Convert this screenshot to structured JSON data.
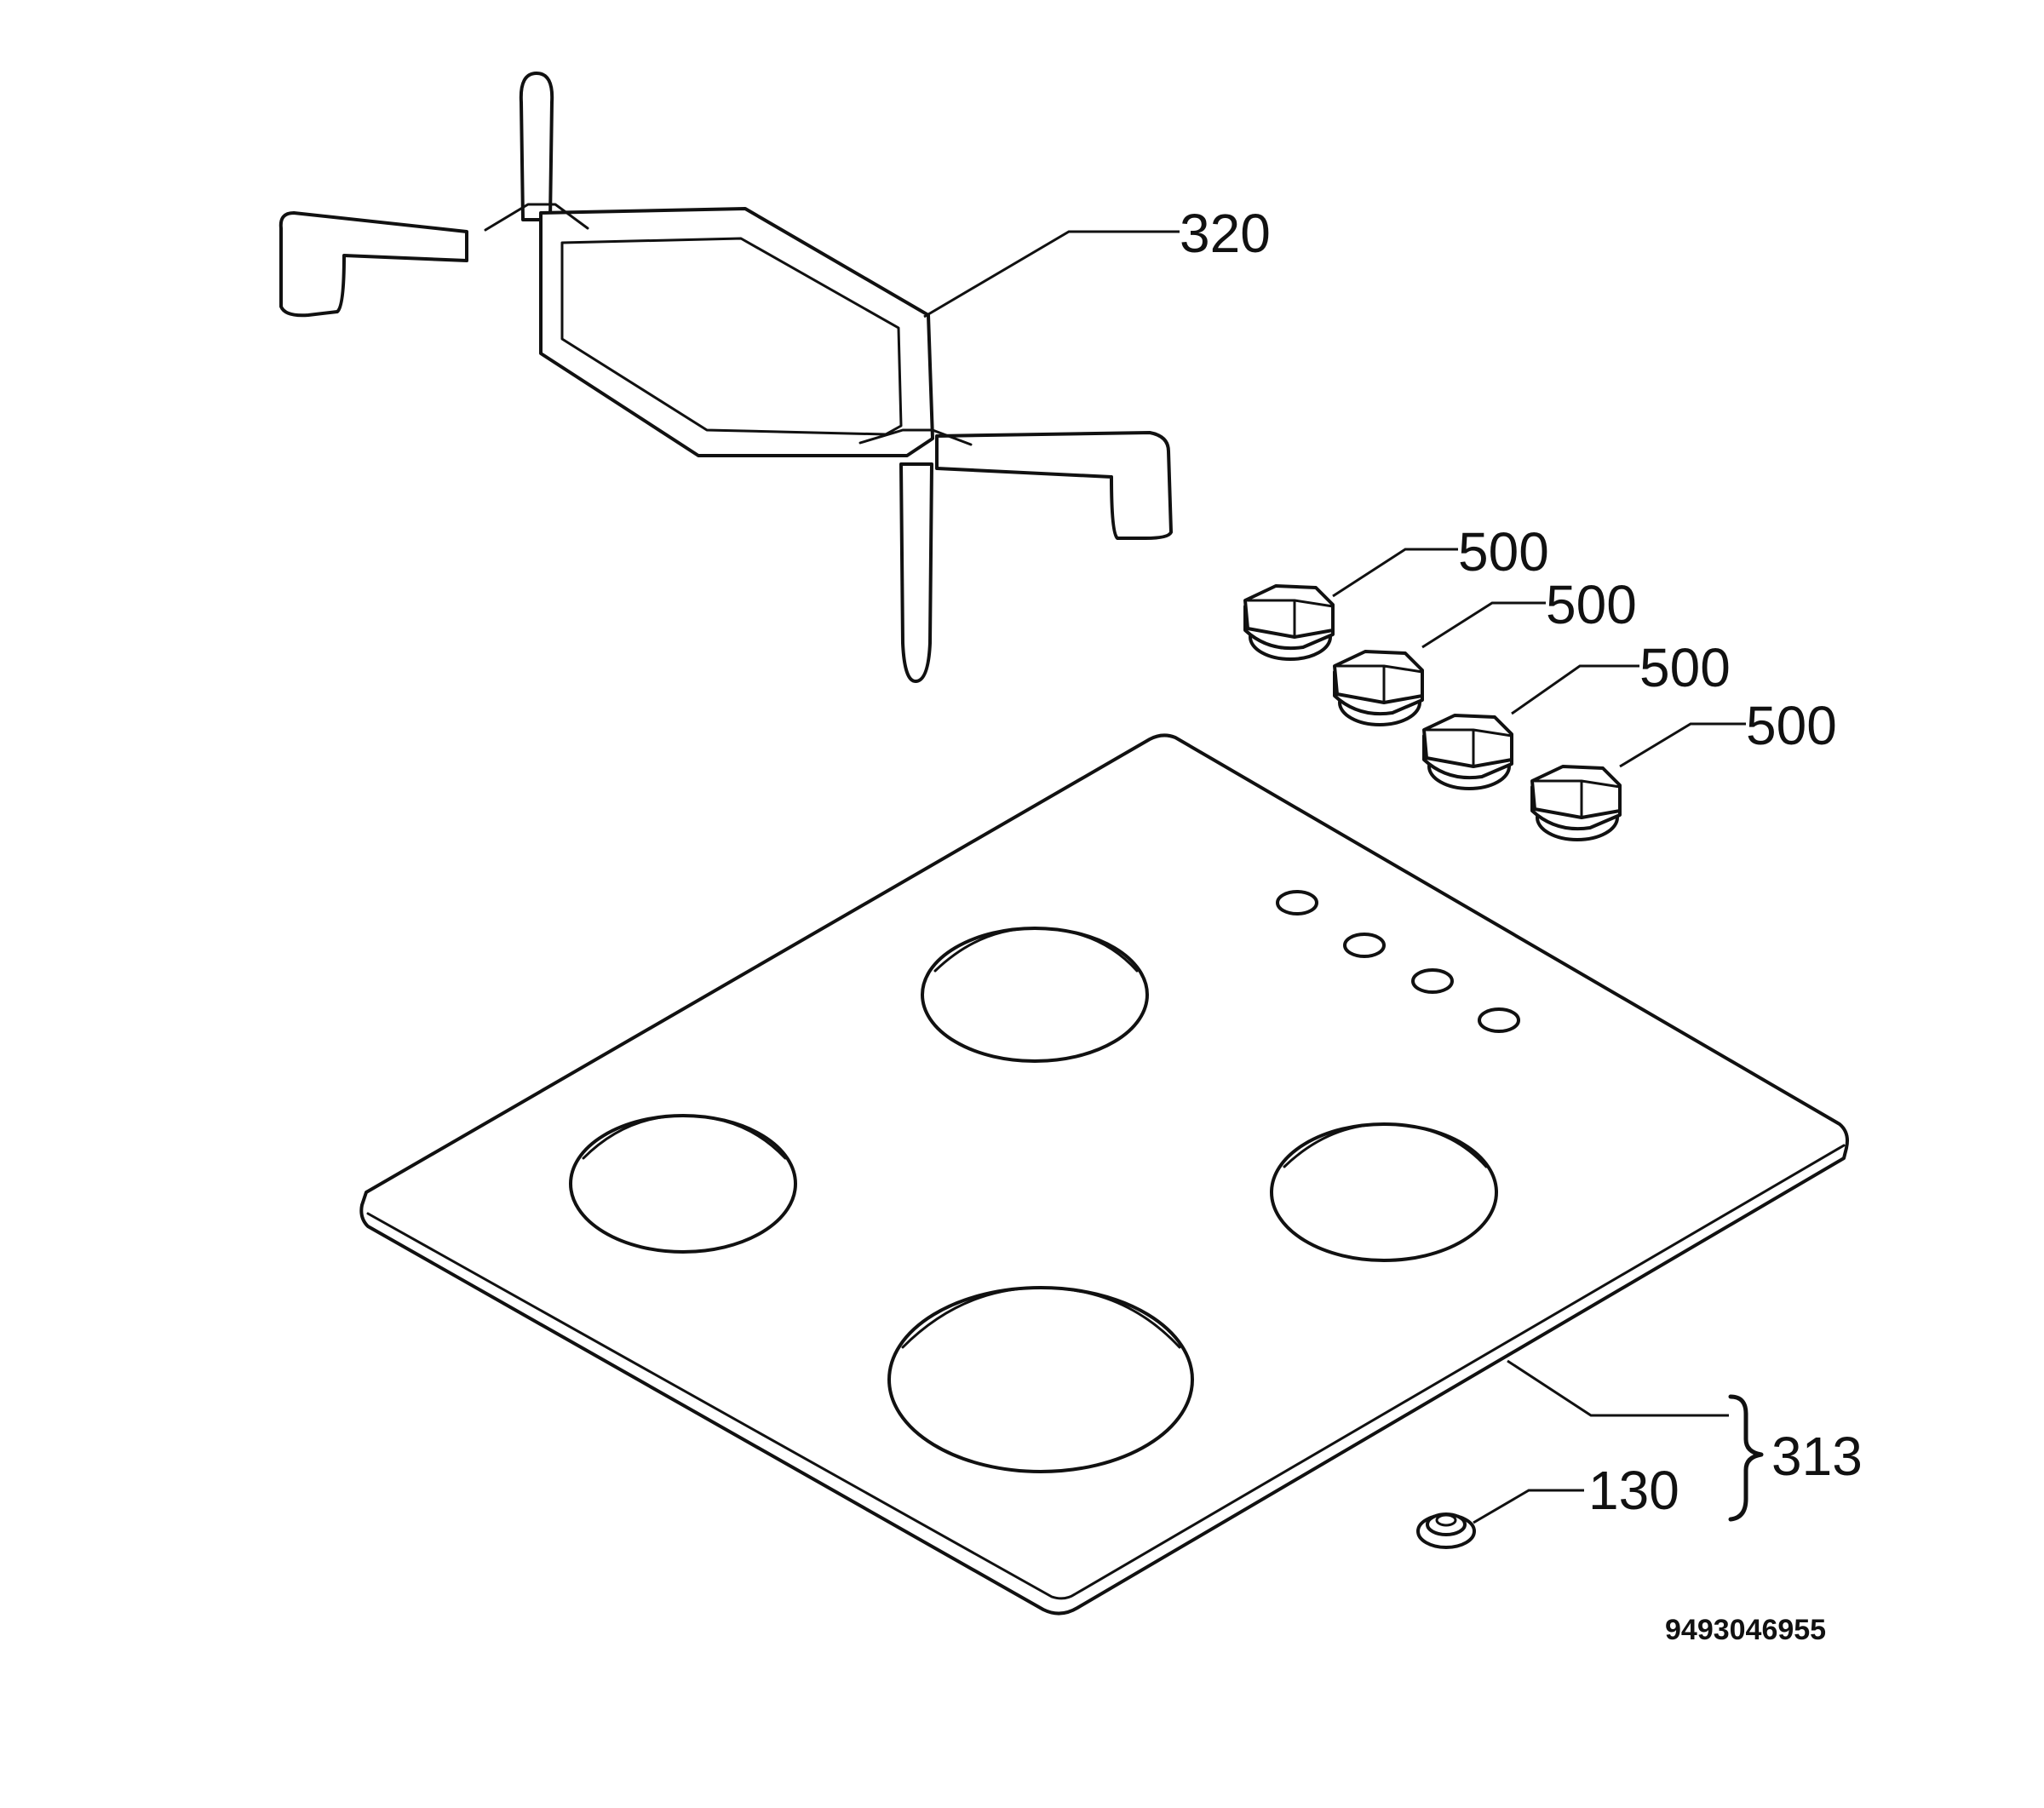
{
  "parts": {
    "grate_label": "320",
    "knob_labels": [
      "500",
      "500",
      "500",
      "500"
    ],
    "hob_top_label": "313",
    "grommet_label": "130"
  },
  "drawing_number": "9493046955"
}
